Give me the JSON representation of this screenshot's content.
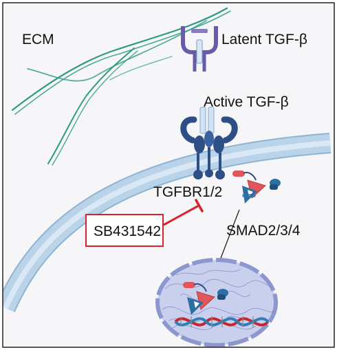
{
  "labels": {
    "ecm": "ECM",
    "latent_tgf": "Latent TGF-β",
    "active_tgf": "Active TGF-β",
    "receptor": "TGFBR1/2",
    "inhibitor": "SB431542",
    "smad": "SMAD2/3/4"
  },
  "colors": {
    "frame": "#222222",
    "background": "#f6f6f8",
    "ecm_fiber": "#2f9a84",
    "membrane": "#b9d3e8",
    "membrane_edge": "#8fb3d2",
    "receptor": "#2d4f86",
    "ligand": "#cfe3f4",
    "latent_complex": "#6b5aa8",
    "smad_red": "#e0565b",
    "smad_blue": "#2d6fa3",
    "inhibitor": "#d9232a",
    "nucleus": "#c8d0ee",
    "nucleus_edge": "#8c96cf",
    "dna_red": "#c9252c",
    "dna_blue": "#2f7fb4"
  }
}
